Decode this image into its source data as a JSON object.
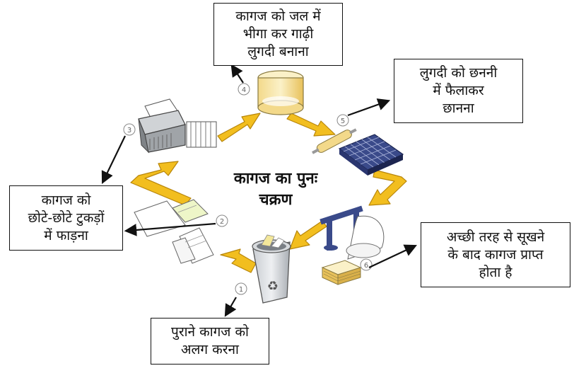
{
  "diagram": {
    "title_lines": [
      "कागज का पुनः",
      "चक्रण"
    ],
    "steps": [
      {
        "number": "1",
        "lines": [
          "पुराने कागज को",
          "अलग करना"
        ]
      },
      {
        "number": "2",
        "lines": [
          "कागज को",
          "छोटे-छोटे टुकड़ों",
          "में फाड़ना"
        ]
      },
      {
        "number": "3",
        "lines": []
      },
      {
        "number": "4",
        "lines": [
          "कागज को जल में",
          "भीगा कर गाढ़ी",
          "लुगदी बनाना"
        ]
      },
      {
        "number": "5",
        "lines": [
          "लुगदी को छननी",
          "में फैलाकर",
          "छानना"
        ]
      },
      {
        "number": "6",
        "lines": [
          "अच्छी तरह से सूखने",
          "के बाद कागज प्राप्त",
          "होता है"
        ]
      }
    ],
    "colors": {
      "arrow_fill": "#f2be1f",
      "arrow_edge": "#b8860b",
      "outline": "#111111",
      "machine_gray": "#8a8a8a",
      "bin_gray": "#9aa0a6",
      "pulp_yellow": "#f8e6a0",
      "mesh_blue": "#3a4a8a"
    },
    "icons": [
      "recycle-bin-icon",
      "torn-paper-icon",
      "paper-shredder-icon",
      "pulp-tub-icon",
      "screen-mesh-icon",
      "paper-press-icon",
      "paper-stack-icon"
    ]
  }
}
